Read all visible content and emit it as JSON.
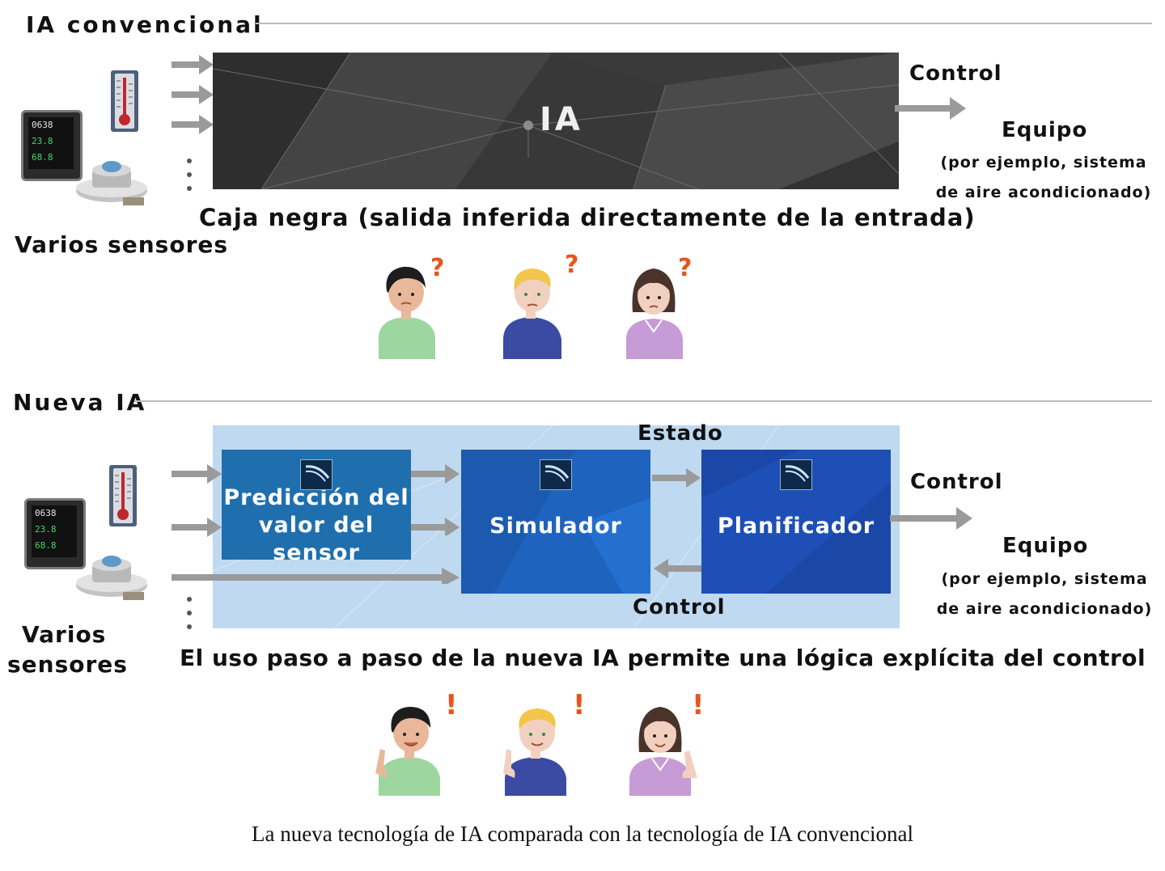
{
  "sections": {
    "conventional_title": "IA convencional",
    "new_title": "Nueva IA"
  },
  "conventional": {
    "box_label": "IA",
    "control_label": "Control",
    "equipment_title": "Equipo",
    "equipment_line1": "(por ejemplo, sistema",
    "equipment_line2": "de aire acondicionado)",
    "sensors_label": "Varios sensores",
    "blackbox_caption": "Caja negra (salida inferida directamente de la entrada)",
    "reaction_mark": "?"
  },
  "new_ai": {
    "state_label": "Estado",
    "control_feedback_label": "Control",
    "module_prediction_line1": "Predicción del",
    "module_prediction_line2": "valor del sensor",
    "module_simulator": "Simulador",
    "module_planner": "Planificador",
    "control_label": "Control",
    "equipment_title": "Equipo",
    "equipment_line1": "(por ejemplo, sistema",
    "equipment_line2": "de aire acondicionado)",
    "sensors_line1": "Varios",
    "sensors_line2": "sensores",
    "explicit_caption": "El uso paso a paso de la nueva IA permite una lógica explícita del control",
    "reaction_mark": "!"
  },
  "sensor_display": {
    "line1": "0638",
    "line2": "23.8",
    "line3": "68.8"
  },
  "figure_caption": "La nueva tecnología de IA comparada con la tecnología de IA convencional",
  "colors": {
    "arrow": "#9a9a9a",
    "blackbox": "#3a3a3a",
    "panel": "#bfd9f1",
    "module_prediction": "#1f6fae",
    "module_simulator": "#1e63be",
    "module_planner": "#1a47a8",
    "question_mark": "#e8541e",
    "person_green": "#9ed6a0",
    "person_blue": "#3b4aa3",
    "person_purple": "#c79bd6"
  }
}
